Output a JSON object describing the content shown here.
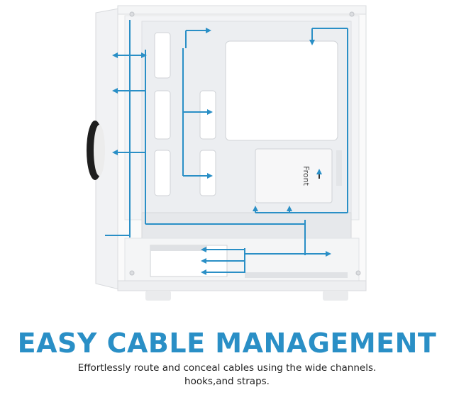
{
  "product": {
    "psu_label": "Front",
    "arrow_color": "#2a8fc6",
    "icons": [
      "case-illustration",
      "cable-route-arrow",
      "psu-front-arrow-icon"
    ]
  },
  "headline": "EASY CABLE MANAGEMENT",
  "subtext": {
    "line1": "Effortlessly route and conceal cables using the wide channels.",
    "line2": "hooks,and straps."
  }
}
